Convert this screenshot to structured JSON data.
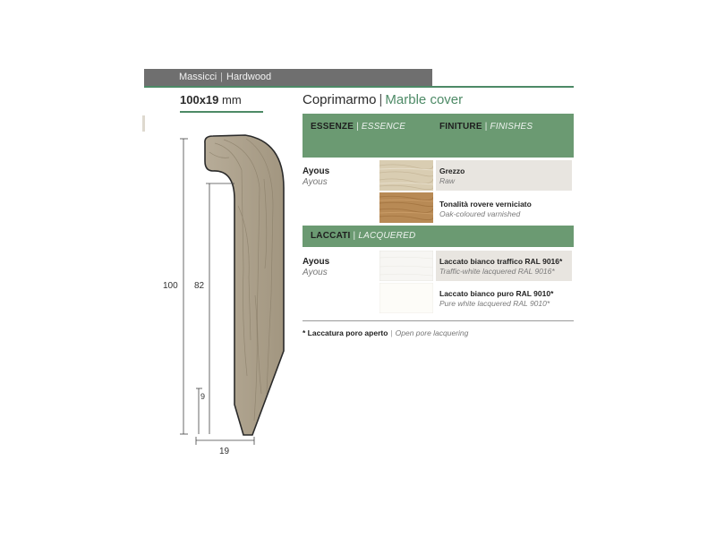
{
  "header": {
    "category_it": "Massicci",
    "separator": "|",
    "category_en": "Hardwood"
  },
  "dimensions": {
    "size": "100x19",
    "unit": "mm",
    "height": "100",
    "inner_height": "82",
    "base": "9",
    "width": "19"
  },
  "product": {
    "name_it": "Coprimarmo",
    "separator": "|",
    "name_en": "Marble cover"
  },
  "sections": {
    "essence_it": "ESSENZE",
    "essence_en": "ESSENCE",
    "finish_it": "FINITURE",
    "finish_en": "FINISHES",
    "lacquered_it": "LACCATI",
    "lacquered_en": "LACQUERED",
    "separator": "|"
  },
  "essences": [
    {
      "wood_it": "Ayous",
      "wood_en": "Ayous",
      "finishes": [
        {
          "name_it": "Grezzo",
          "name_en": "Raw",
          "swatch": "raw-ayous-swatch"
        },
        {
          "name_it": "Tonalità rovere verniciato",
          "name_en": "Oak-coloured varnished",
          "swatch": "oak-varnished-swatch"
        }
      ]
    }
  ],
  "lacquered": [
    {
      "wood_it": "Ayous",
      "wood_en": "Ayous",
      "finishes": [
        {
          "name_it": "Laccato bianco traffico RAL 9016*",
          "name_en": "Traffic-white lacquered RAL 9016*",
          "swatch": "traffic-white-swatch"
        },
        {
          "name_it": "Laccato bianco puro RAL 9010*",
          "name_en": "Pure white lacquered RAL 9010*",
          "swatch": "pure-white-swatch"
        }
      ]
    }
  ],
  "footnote": {
    "text_it": "* Laccatura poro aperto",
    "separator": "|",
    "text_en": "Open pore lacquering"
  },
  "colors": {
    "accent_green": "#6b9a72",
    "header_grey": "#6f6f6f",
    "wood_profile": "#a99d88"
  }
}
